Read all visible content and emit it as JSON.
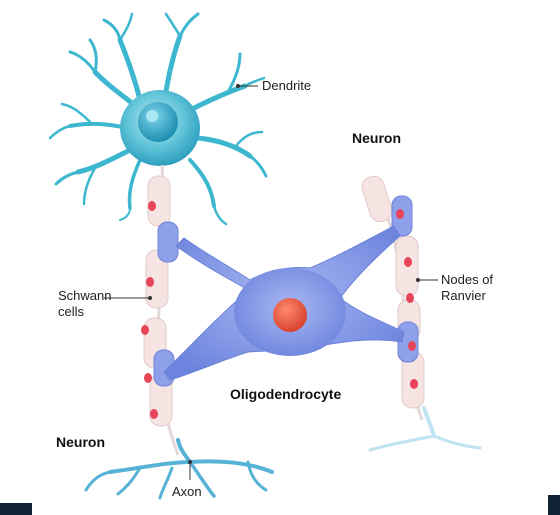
{
  "labels": {
    "dendrite": "Dendrite",
    "neuron_top": "Neuron",
    "schwann_line1": "Schwann",
    "schwann_line2": "cells",
    "nodes_line1": "Nodes of",
    "nodes_line2": "Ranvier",
    "oligodendrocyte": "Oligodendrocyte",
    "neuron_bottom": "Neuron",
    "axon": "Axon"
  },
  "colors": {
    "soma_fill": "#5fc3d8",
    "nucleus": "#1da6c9",
    "dendrite": "#3cb7cf",
    "oligodendrocyte": "#7d93e6",
    "oligo_nucleus": "#e4523d",
    "myelin": "#f6e4e3",
    "schwann_nucleus": "#e8445a",
    "axon_terminal": "#56b3d6",
    "frame_dark": "#0e2233"
  }
}
